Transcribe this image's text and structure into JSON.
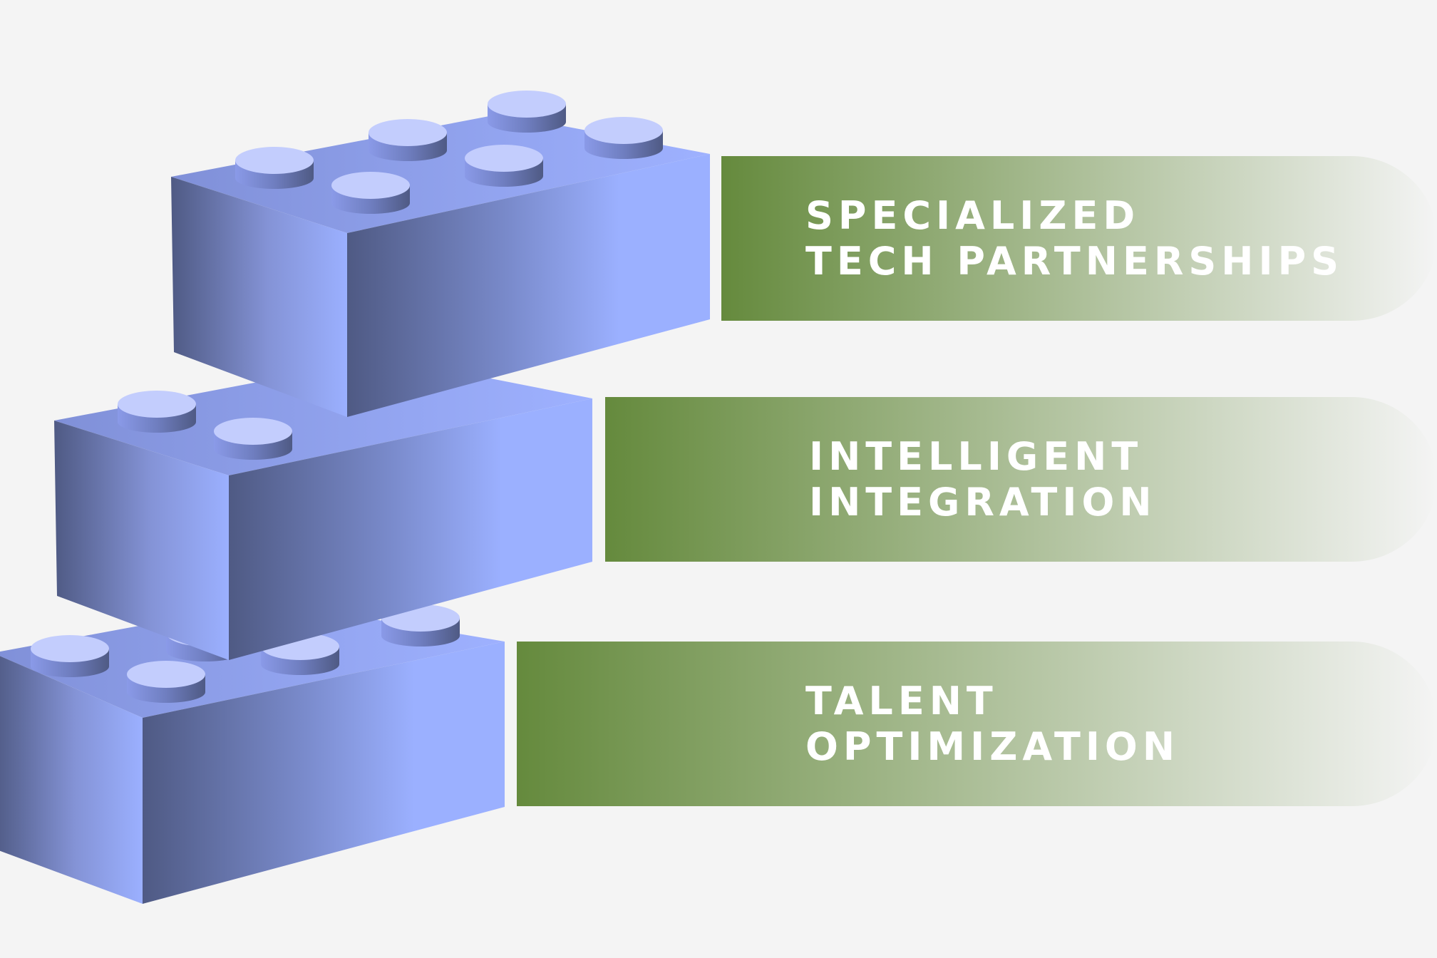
{
  "colors": {
    "background": "#f4f4f4",
    "banner_start": "#658a3d",
    "banner_end": "#f4f4f4",
    "brick_light": "#9bb0ff",
    "brick_dark": "#4f5a84",
    "stud_top": "#c3cdfd"
  },
  "bricks": [
    {
      "name": "top-brick",
      "banner": {
        "line1": "SPECIALIZED",
        "line2": "TECH PARTNERSHIPS"
      }
    },
    {
      "name": "middle-brick",
      "banner": {
        "line1": "INTELLIGENT",
        "line2": "INTEGRATION"
      }
    },
    {
      "name": "bottom-brick",
      "banner": {
        "line1": "TALENT",
        "line2": "OPTIMIZATION"
      }
    }
  ]
}
